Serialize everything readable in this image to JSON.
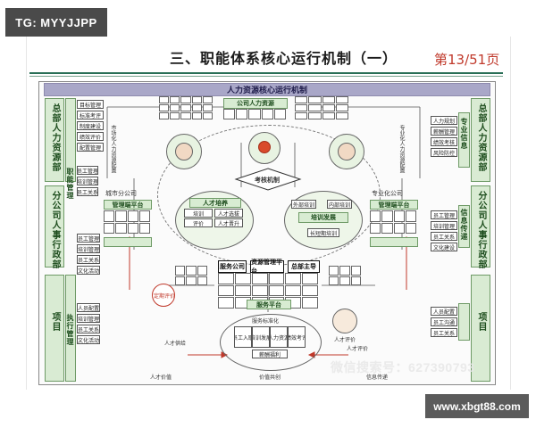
{
  "watermark_top": "TG: MYYJJPP",
  "watermark_bottom": "www.xbgt88.com",
  "slide": {
    "title": "三、职能体系核心运行机制（一）",
    "page_indicator": "第13/51页",
    "header_bar": "人力资源核心运行机制"
  },
  "left_sidebar": {
    "groups": [
      {
        "label": "总部人力资源部",
        "items": [
          "目标管理",
          "标准考评",
          "制度建设",
          "绩效评价",
          "配置管理"
        ]
      },
      {
        "label": "分公司人事行政部",
        "items": [
          "员工管理",
          "培训管理",
          "员工关系",
          "文化活动"
        ]
      },
      {
        "label": "项目",
        "items": [
          "人员配置",
          "培训管理",
          "员工关系",
          "文化活动"
        ]
      }
    ],
    "side_label": "职能管理",
    "side_label_2": "执行管理"
  },
  "right_sidebar": {
    "groups": [
      {
        "label": "总部人力资源部",
        "items": [
          "人力规划",
          "薪酬管理",
          "绩效考核",
          "风险防控"
        ]
      },
      {
        "label": "分公司人事行政部",
        "items": [
          "员工管理",
          "培训管理",
          "员工关系",
          "文化建设"
        ]
      },
      {
        "label": "项目",
        "items": [
          "人员配置",
          "员工沟通",
          "员工关系"
        ]
      }
    ],
    "side_label": "专业信息",
    "side_label_2": "信息传递"
  },
  "center": {
    "top_table_label": "公司人力资源",
    "ring_left_label": "市场化人力资源配置",
    "ring_right_label": "专业化人力资源配置",
    "core_label": "考核机制",
    "left_company": "城市分公司",
    "left_company_sub": "管理端平台",
    "right_company": "专业化公司",
    "right_company_sub": "管理端平台",
    "left_lens_title": "人才培养",
    "left_lens_items": [
      "培训",
      "评价",
      "人才选拔",
      "人才晋升"
    ],
    "right_lens_title": "培训发展",
    "right_lens_items": [
      "外部培训",
      "内部培训",
      "长短期培训"
    ],
    "bottom_table_label": "服务平台",
    "bottom_cols": [
      "服务公司",
      "资源管理平台",
      "总部主导"
    ],
    "left_bottom_circle": "定期评价",
    "right_bottom_circle": "人才评价",
    "bottom_oval_title": "服务标准化",
    "bottom_oval_items": [
      "员工入职",
      "培训发展",
      "人力资源",
      "绩效考评",
      "薪酬福利"
    ],
    "arrow_label_left": "人才供给",
    "arrow_label_right": "人才评价",
    "footer_left": "人才价值",
    "footer_mid": "价值共创",
    "footer_right": "信息传递"
  },
  "overlay_text": "微信搜索号：627390793"
}
